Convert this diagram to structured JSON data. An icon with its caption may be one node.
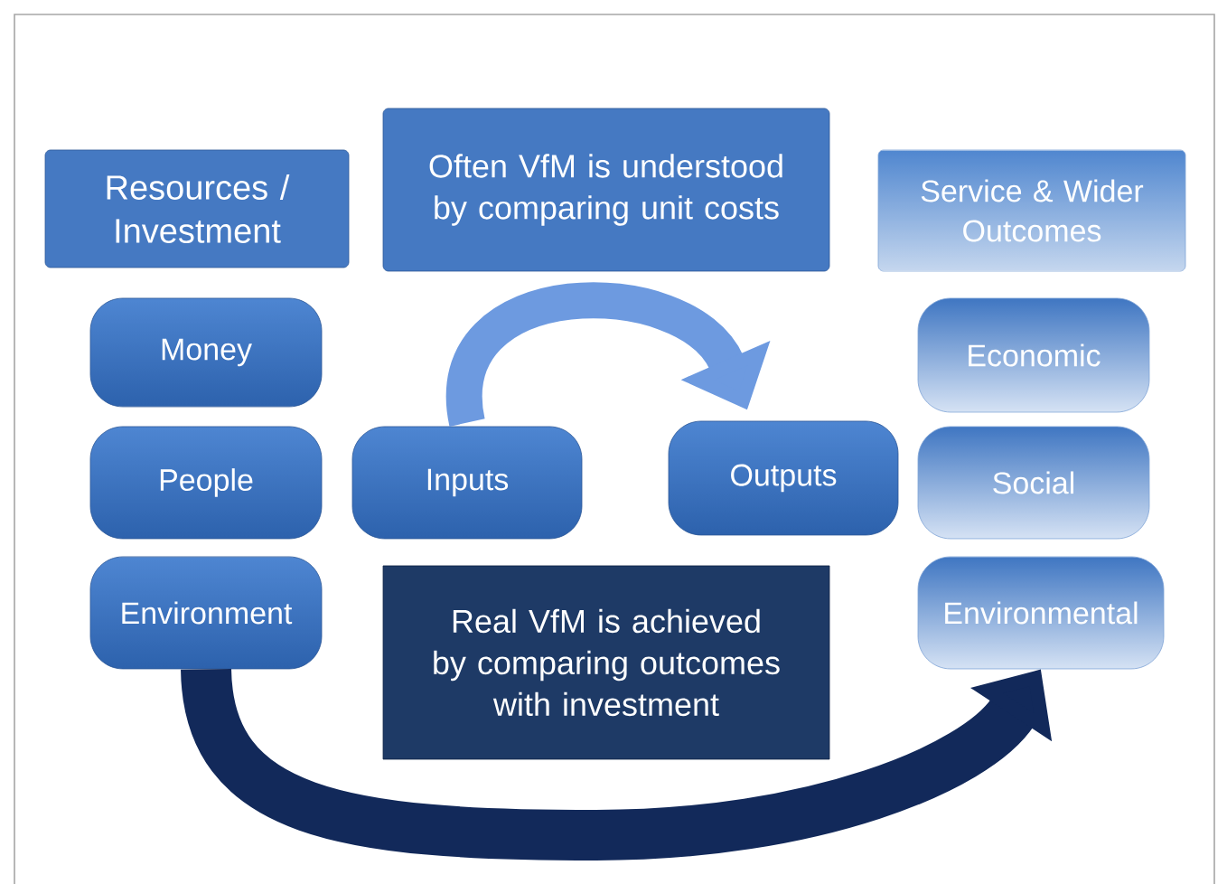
{
  "diagram": {
    "nodes": [
      {
        "text": [
          "Resources / Investment"
        ]
      },
      {
        "text": [
          "Often VfM is understood by comparing unit costs"
        ]
      },
      {
        "text": [
          "Service & Wider Outcomes"
        ]
      },
      {
        "text": [
          "Money"
        ]
      },
      {
        "text": [
          "Economic"
        ]
      },
      {
        "text": [
          "People"
        ]
      },
      {
        "text": [
          "Inputs"
        ]
      },
      {
        "text": [
          "Outputs"
        ]
      },
      {
        "text": [
          "Social"
        ]
      },
      {
        "text": [
          "Environment"
        ]
      },
      {
        "text": [
          "Real VfM is achieved by comparing outcomes with investment"
        ]
      },
      {
        "text": [
          "Environmental"
        ]
      }
    ],
    "edges": [
      {
        "from": 6,
        "to": 7,
        "arrow": "to",
        "color": "#6d9ae0"
      },
      {
        "from": 9,
        "to": 11,
        "arrow": "to",
        "color": "#12295a"
      }
    ]
  }
}
